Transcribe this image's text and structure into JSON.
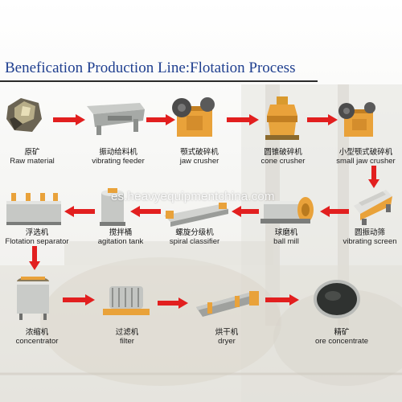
{
  "title": "Benefication Production Line:Flotation Process",
  "watermark": "es.heavyequipmentchina.com",
  "colors": {
    "arrow": "#e21f1f",
    "title": "#1f3f8f",
    "machine_orange": "#e9a23a",
    "machine_gray": "#b7b9b6",
    "machine_dark": "#3c3c3c"
  },
  "stages": [
    {
      "zh": "原矿",
      "en": "Raw material",
      "icon": "ore-rock-icon"
    },
    {
      "zh": "振动给料机",
      "en": "vibrating feeder",
      "icon": "vibrating-feeder-icon"
    },
    {
      "zh": "颚式破碎机",
      "en": "jaw crusher",
      "icon": "jaw-crusher-icon"
    },
    {
      "zh": "圆锥破碎机",
      "en": "cone crusher",
      "icon": "cone-crusher-icon"
    },
    {
      "zh": "小型颚式破碎机",
      "en": "small jaw crusher",
      "icon": "small-jaw-crusher-icon"
    },
    {
      "zh": "圆振动筛",
      "en": "vibrating screen",
      "icon": "vibrating-screen-icon"
    },
    {
      "zh": "球磨机",
      "en": "ball mill",
      "icon": "ball-mill-icon"
    },
    {
      "zh": "螺旋分级机",
      "en": "spiral classifier",
      "icon": "spiral-classifier-icon"
    },
    {
      "zh": "搅拌桶",
      "en": "agitation tank",
      "icon": "agitation-tank-icon"
    },
    {
      "zh": "浮选机",
      "en": "Flotation separator",
      "icon": "flotation-machine-icon"
    },
    {
      "zh": "浓缩机",
      "en": "concentrator",
      "icon": "concentrator-icon"
    },
    {
      "zh": "过滤机",
      "en": "filter",
      "icon": "filter-icon"
    },
    {
      "zh": "烘干机",
      "en": "dryer",
      "icon": "dryer-icon"
    },
    {
      "zh": "精矿",
      "en": "ore concentrate",
      "icon": "ore-concentrate-icon"
    }
  ]
}
